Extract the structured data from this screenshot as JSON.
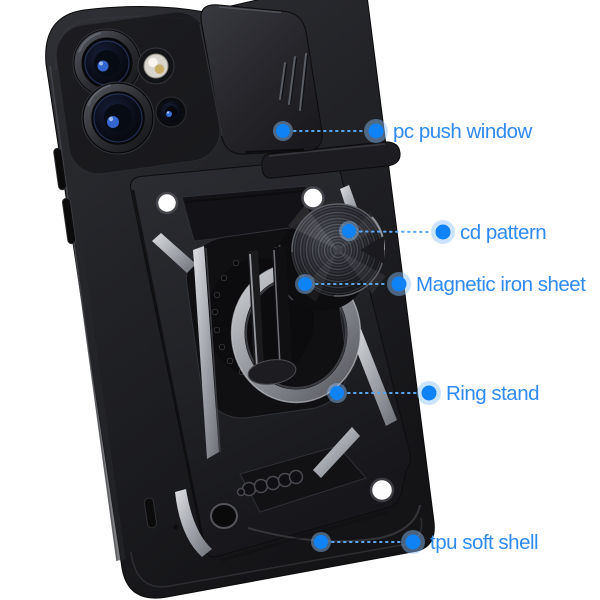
{
  "image_type": "annotated product photo of an armor phone case",
  "colors": {
    "label_blue": "#2f8af0",
    "dot_blue": "#0f82f5",
    "halo_blue": "#8cc0f9",
    "line_blue": "#5aa7f6",
    "case_black": "#1c1c20",
    "accent_silver": "#b9bbc1"
  },
  "annotations": [
    {
      "label": "pc push window"
    },
    {
      "label": "cd pattern"
    },
    {
      "label": "Magnetic iron sheet"
    },
    {
      "label": "Ring stand"
    },
    {
      "label": "tpu soft shell"
    }
  ]
}
